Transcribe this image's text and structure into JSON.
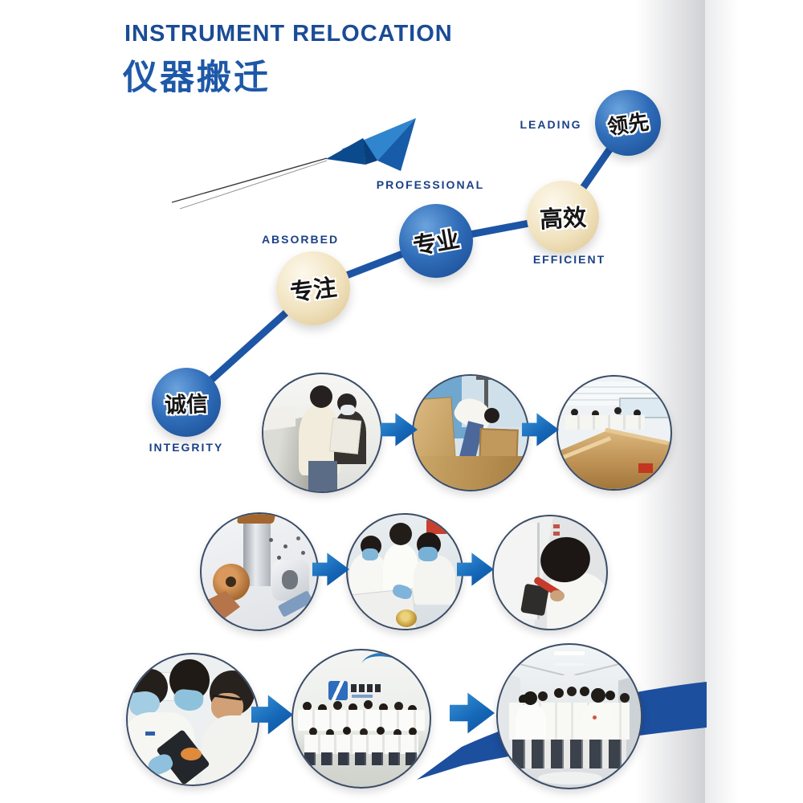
{
  "header": {
    "title_en": "INSTRUMENT RELOCATION",
    "title_zh": "仪器搬迁"
  },
  "growth_diagram": {
    "steps": [
      {
        "zh": "诚信",
        "en": "INTEGRITY",
        "ball": "blue"
      },
      {
        "zh": "专注",
        "en": "ABSORBED",
        "ball": "beige"
      },
      {
        "zh": "专业",
        "en": "PROFESSIONAL",
        "ball": "blue"
      },
      {
        "zh": "高效",
        "en": "EFFICIENT",
        "ball": "beige"
      },
      {
        "zh": "领先",
        "en": "LEADING",
        "ball": "blue"
      }
    ],
    "icons": [
      "paper-plane-icon",
      "growth-line",
      "plane-trail-line"
    ]
  },
  "process_rows": [
    {
      "photos": [
        "team carrying instrument in laboratory",
        "packing instruments into cardboard boxes",
        "wooden transport crate in laboratory"
      ]
    },
    {
      "photos": [
        "precision instrument components close-up",
        "technicians servicing an instrument",
        "engineer fastening instrument with screwdriver"
      ]
    },
    {
      "photos": [
        "engineers closely inspecting a device",
        "company team group photo with logo wall",
        "team standing in bright corridor"
      ]
    }
  ],
  "colors": {
    "title_blue": "#1a4c96",
    "subtitle_blue": "#1e58a8",
    "ball_blue": "#2f6cb8",
    "ball_beige": "#f0e2bd",
    "line_blue": "#1e56a6",
    "arrow_blue": "#1668b8",
    "ribbon_blue": "#1d4f9f",
    "label_blue": "#1b4186"
  }
}
